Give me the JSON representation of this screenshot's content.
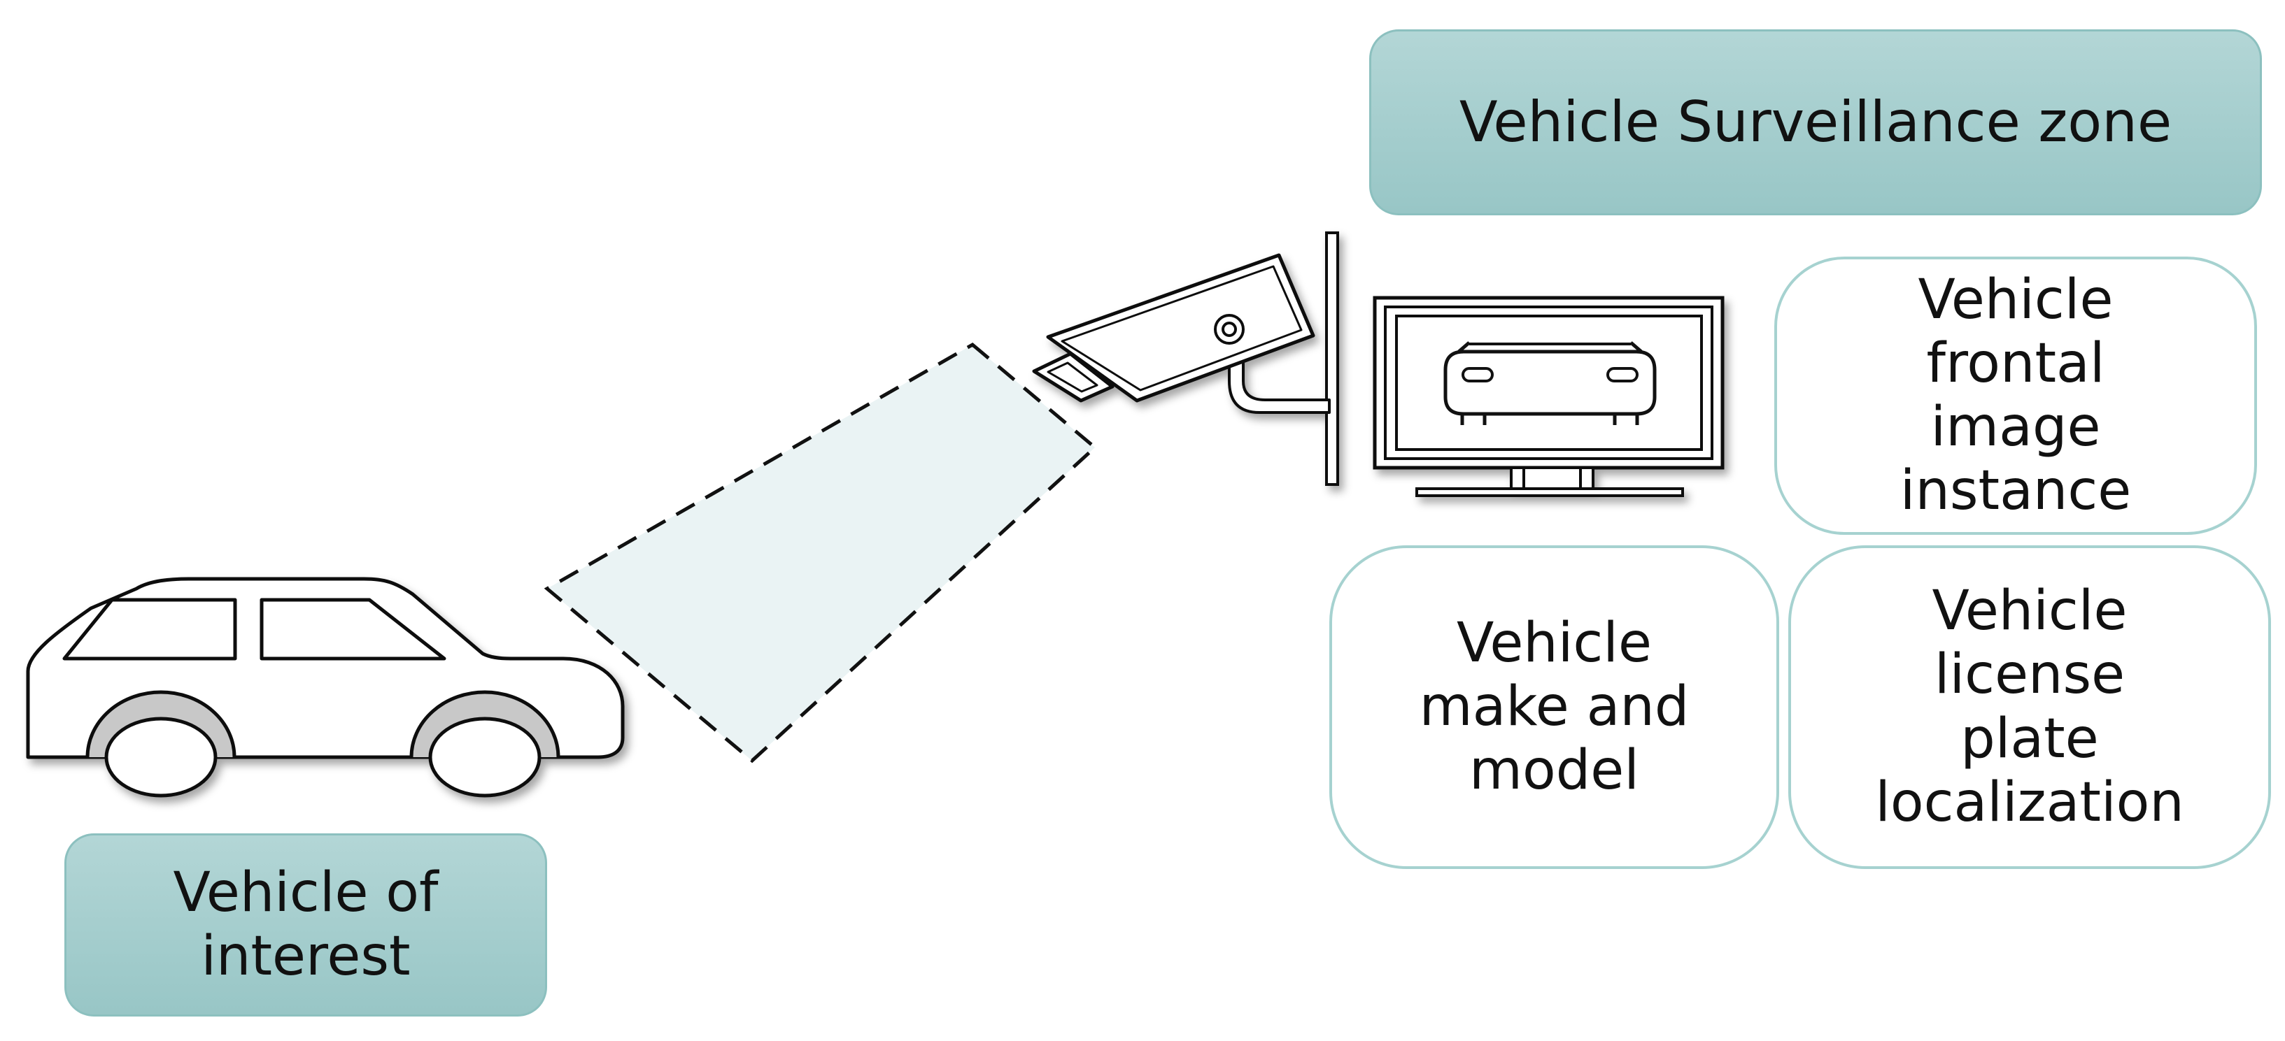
{
  "diagram": {
    "zone_label": "Vehicle Surveillance zone",
    "vehicle_of_interest_label": "Vehicle of\ninterest",
    "frontal_image_label": "Vehicle\nfrontal\nimage\ninstance",
    "make_model_label": "Vehicle\nmake and\nmodel",
    "license_plate_label": "Vehicle\nlicense\nplate\nlocalization"
  },
  "colors": {
    "teal_fill_top": "#b3d6d6",
    "teal_fill_bottom": "#98c6c6",
    "teal_outline": "#a6d2d0",
    "camera_view_fill": "#eaf3f4",
    "line": "#111111"
  },
  "icons": [
    "car-icon",
    "camera-view-cone",
    "cctv-camera-icon",
    "monitor-icon",
    "car-front-icon"
  ]
}
